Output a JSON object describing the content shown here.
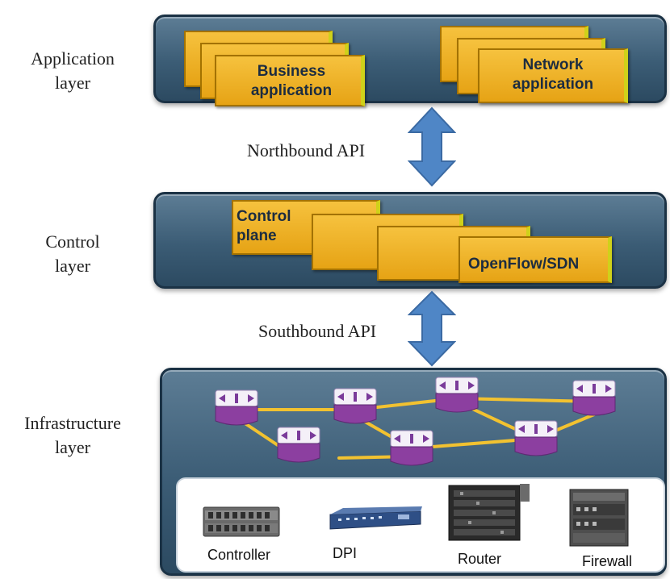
{
  "layers": {
    "application": {
      "label_line1": "Application",
      "label_line2": "layer",
      "business_app": {
        "line1": "Business",
        "line2": "application"
      },
      "network_app": {
        "line1": "Network",
        "line2": "application"
      }
    },
    "control": {
      "label_line1": "Control",
      "label_line2": "layer",
      "control_plane": {
        "line1": "Control",
        "line2": "plane"
      },
      "openflow": "OpenFlow/SDN"
    },
    "infrastructure": {
      "label_line1": "Infrastructure",
      "label_line2": "layer",
      "devices": [
        {
          "icon": "controller-icon",
          "label": "Controller"
        },
        {
          "icon": "dpi-icon",
          "label": "DPI"
        },
        {
          "icon": "router-icon",
          "label": "Router"
        },
        {
          "icon": "firewall-icon",
          "label": "Firewall"
        }
      ]
    }
  },
  "apis": {
    "northbound": "Northbound API",
    "southbound": "Southbound API"
  },
  "colors": {
    "panel": "#3b5c75",
    "card": "#f2b632",
    "switch": "#8c3fa0",
    "link": "#f2c230",
    "arrow": "#4f86c6"
  }
}
